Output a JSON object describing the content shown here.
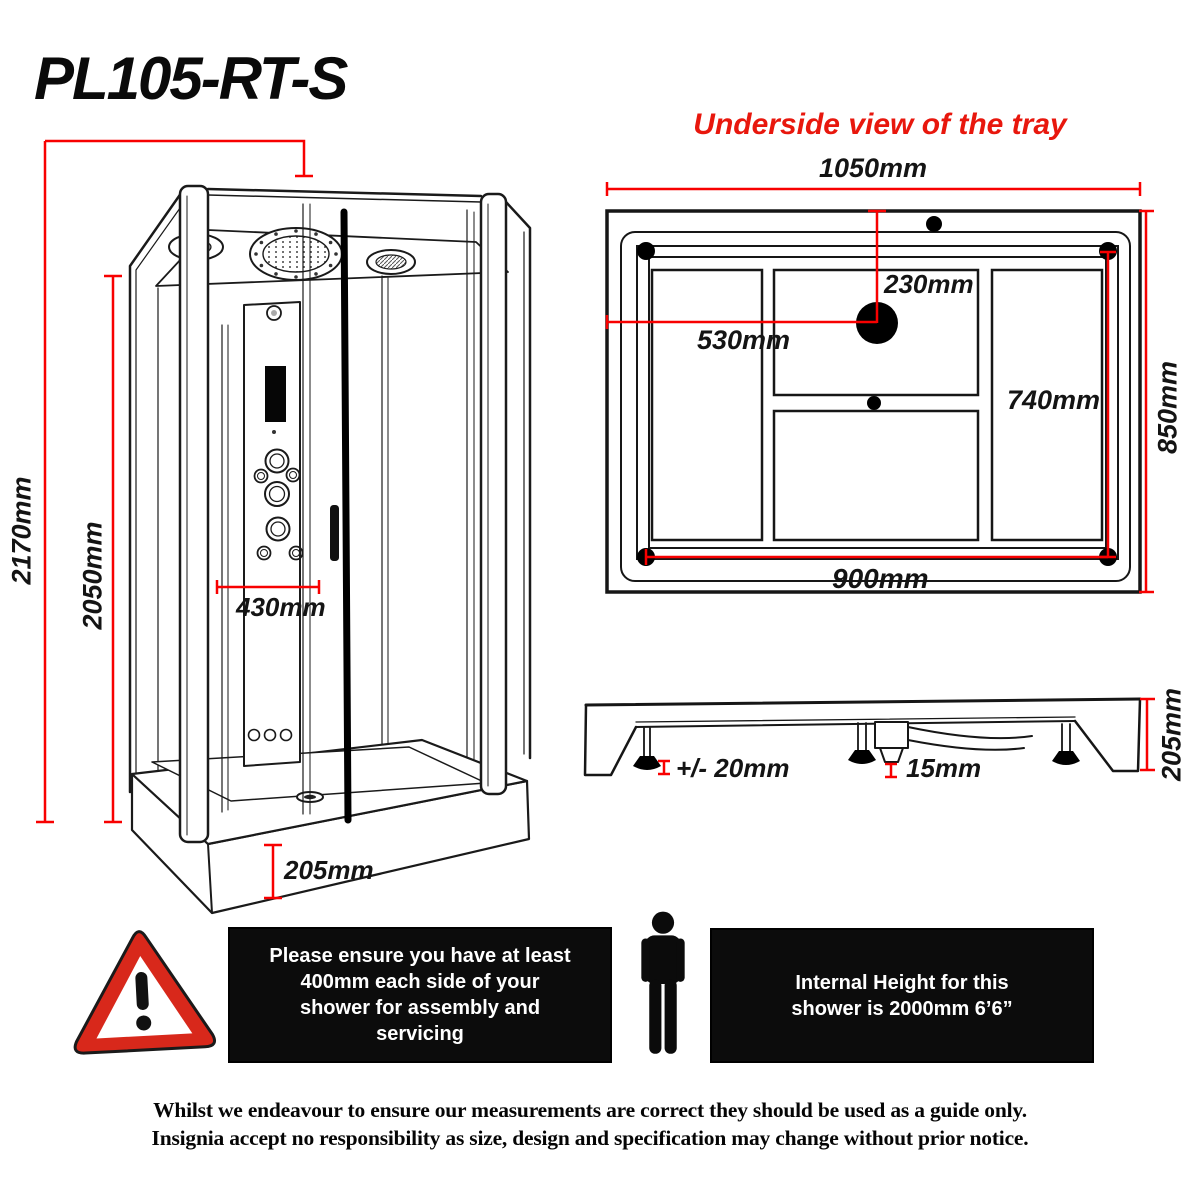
{
  "title": "PL105-RT-S",
  "underside_view": {
    "heading": "Underside view of the tray",
    "overall_width": "1050mm",
    "overall_depth": "850mm",
    "drain_offset_top": "230mm",
    "drain_offset_left": "530mm",
    "feet_span_depth": "740mm",
    "feet_span_width": "900mm"
  },
  "cabin_view": {
    "overall_height": "2170mm",
    "glass_height": "2050mm",
    "panel_width": "430mm",
    "tray_height": "205mm"
  },
  "tray_side_view": {
    "foot_adjustment": "+/- 20mm",
    "waste_clearance": "15mm",
    "tray_height": "205mm"
  },
  "notices": [
    {
      "lines": [
        "Please ensure you have at least",
        "400mm each side of your",
        "shower for assembly and",
        "servicing"
      ]
    },
    {
      "lines": [
        "Internal Height for this",
        "shower is 2000mm 6’6”"
      ]
    }
  ],
  "footer_lines": [
    "Whilst we endeavour to ensure our measurements are correct they should be used as a guide only.",
    "Insignia accept no responsibility as size, design and specification may change without prior notice."
  ],
  "icons": {
    "warning": "warning-triangle-icon",
    "person": "person-height-icon"
  },
  "colors": {
    "dimension_red": "#f80000",
    "heading_red": "#e8170d",
    "warning_red": "#d8281b",
    "panel_black": "#0c0c0c",
    "line_ink": "#1a1a1a"
  }
}
